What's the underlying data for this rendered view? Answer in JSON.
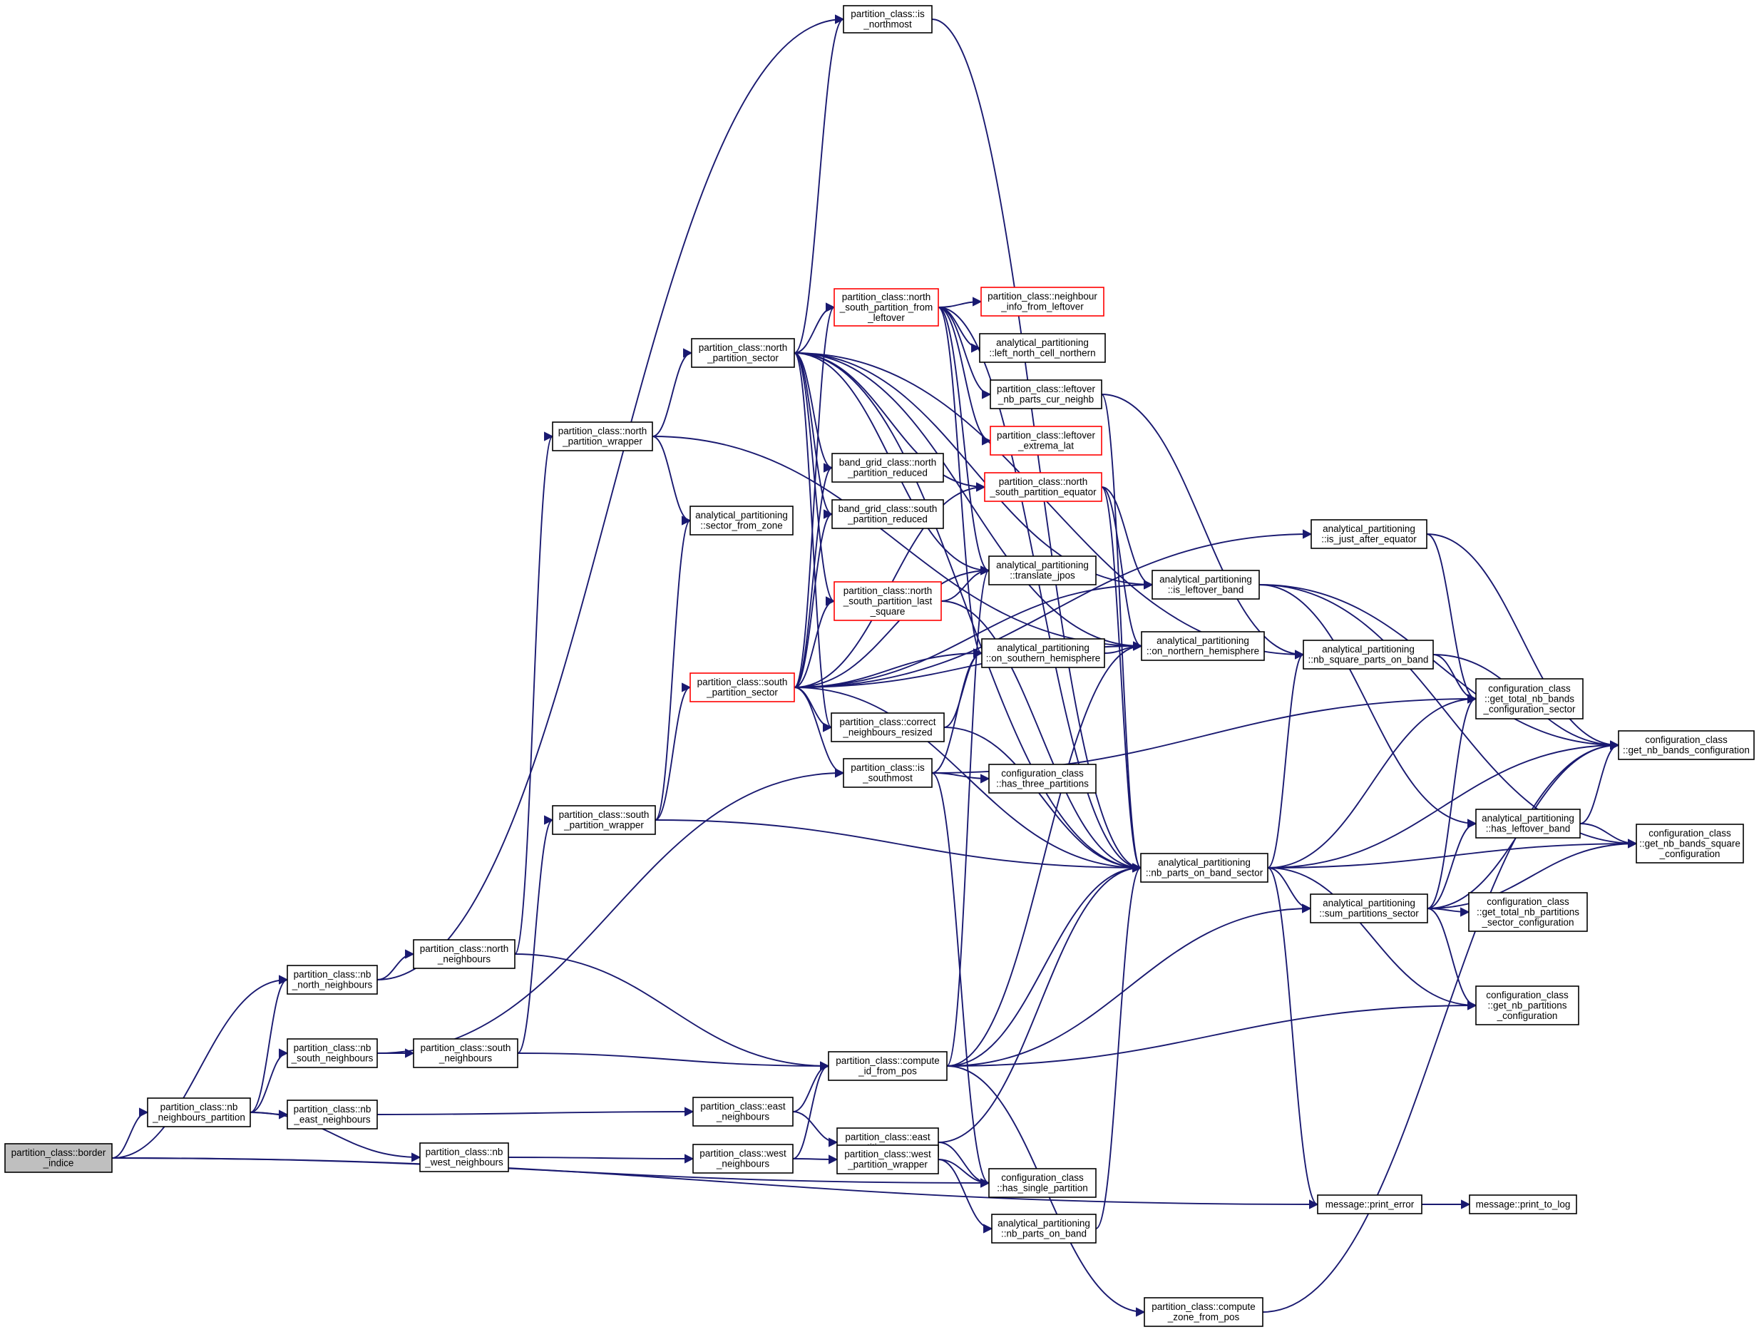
{
  "nodes": [
    {
      "id": "border_indice",
      "lines": [
        "partition_class::border",
        "_indice"
      ],
      "style": "root"
    },
    {
      "id": "is_northmost",
      "lines": [
        "partition_class::is",
        "_northmost"
      ],
      "style": "normal"
    },
    {
      "id": "north_partition_sector",
      "lines": [
        "partition_class::north",
        "_partition_sector"
      ],
      "style": "normal"
    },
    {
      "id": "nsp_from_leftover",
      "lines": [
        "partition_class::north",
        "_south_partition_from",
        "_leftover"
      ],
      "style": "red"
    },
    {
      "id": "neighbour_info_from_leftover",
      "lines": [
        "partition_class::neighbour",
        "_info_from_leftover"
      ],
      "style": "red"
    },
    {
      "id": "left_north_cell_northern",
      "lines": [
        "analytical_partitioning",
        "::left_north_cell_northern"
      ],
      "style": "normal"
    },
    {
      "id": "leftover_nb_parts_cur_neighb",
      "lines": [
        "partition_class::leftover",
        "_nb_parts_cur_neighb"
      ],
      "style": "normal"
    },
    {
      "id": "leftover_extrema_lat",
      "lines": [
        "partition_class::leftover",
        "_extrema_lat"
      ],
      "style": "red"
    },
    {
      "id": "north_partition_wrapper",
      "lines": [
        "partition_class::north",
        "_partition_wrapper"
      ],
      "style": "normal"
    },
    {
      "id": "band_north_reduced",
      "lines": [
        "band_grid_class::north",
        "_partition_reduced"
      ],
      "style": "normal"
    },
    {
      "id": "band_south_reduced",
      "lines": [
        "band_grid_class::south",
        "_partition_reduced"
      ],
      "style": "normal"
    },
    {
      "id": "nsp_equator",
      "lines": [
        "partition_class::north",
        "_south_partition_equator"
      ],
      "style": "red"
    },
    {
      "id": "sector_from_zone",
      "lines": [
        "analytical_partitioning",
        "::sector_from_zone"
      ],
      "style": "normal"
    },
    {
      "id": "is_just_after_equator",
      "lines": [
        "analytical_partitioning",
        "::is_just_after_equator"
      ],
      "style": "normal"
    },
    {
      "id": "translate_jpos",
      "lines": [
        "analytical_partitioning",
        "::translate_jpos"
      ],
      "style": "normal"
    },
    {
      "id": "is_leftover_band",
      "lines": [
        "analytical_partitioning",
        "::is_leftover_band"
      ],
      "style": "normal"
    },
    {
      "id": "nsp_last_square",
      "lines": [
        "partition_class::north",
        "_south_partition_last",
        "_square"
      ],
      "style": "red"
    },
    {
      "id": "on_southern_hemisphere",
      "lines": [
        "analytical_partitioning",
        "::on_southern_hemisphere"
      ],
      "style": "normal"
    },
    {
      "id": "on_northern_hemisphere",
      "lines": [
        "analytical_partitioning",
        "::on_northern_hemisphere"
      ],
      "style": "normal"
    },
    {
      "id": "nb_square_parts_on_band",
      "lines": [
        "analytical_partitioning",
        "::nb_square_parts_on_band"
      ],
      "style": "normal"
    },
    {
      "id": "south_partition_sector",
      "lines": [
        "partition_class::south",
        "_partition_sector"
      ],
      "style": "red"
    },
    {
      "id": "correct_neighbours_resized",
      "lines": [
        "partition_class::correct",
        "_neighbours_resized"
      ],
      "style": "normal"
    },
    {
      "id": "get_total_nb_bands_cfg_sector",
      "lines": [
        "configuration_class",
        "::get_total_nb_bands",
        "_configuration_sector"
      ],
      "style": "normal"
    },
    {
      "id": "get_nb_bands_configuration",
      "lines": [
        "configuration_class",
        "::get_nb_bands_configuration"
      ],
      "style": "normal"
    },
    {
      "id": "is_southmost",
      "lines": [
        "partition_class::is",
        "_southmost"
      ],
      "style": "normal"
    },
    {
      "id": "has_three_partitions",
      "lines": [
        "configuration_class",
        "::has_three_partitions"
      ],
      "style": "normal"
    },
    {
      "id": "south_partition_wrapper",
      "lines": [
        "partition_class::south",
        "_partition_wrapper"
      ],
      "style": "normal"
    },
    {
      "id": "has_leftover_band",
      "lines": [
        "analytical_partitioning",
        "::has_leftover_band"
      ],
      "style": "normal"
    },
    {
      "id": "get_nb_bands_square_cfg",
      "lines": [
        "configuration_class",
        "::get_nb_bands_square",
        "_configuration"
      ],
      "style": "normal"
    },
    {
      "id": "nb_parts_on_band_sector",
      "lines": [
        "analytical_partitioning",
        "::nb_parts_on_band_sector"
      ],
      "style": "normal"
    },
    {
      "id": "sum_partitions_sector",
      "lines": [
        "analytical_partitioning",
        "::sum_partitions_sector"
      ],
      "style": "normal"
    },
    {
      "id": "get_total_nb_partitions_sector_cfg",
      "lines": [
        "configuration_class",
        "::get_total_nb_partitions",
        "_sector_configuration"
      ],
      "style": "normal"
    },
    {
      "id": "nb_north_neighbours",
      "lines": [
        "partition_class::nb",
        "_north_neighbours"
      ],
      "style": "normal"
    },
    {
      "id": "north_neighbours",
      "lines": [
        "partition_class::north",
        "_neighbours"
      ],
      "style": "normal"
    },
    {
      "id": "get_nb_partitions_cfg",
      "lines": [
        "configuration_class",
        "::get_nb_partitions",
        "_configuration"
      ],
      "style": "normal"
    },
    {
      "id": "nb_south_neighbours",
      "lines": [
        "partition_class::nb",
        "_south_neighbours"
      ],
      "style": "normal"
    },
    {
      "id": "south_neighbours",
      "lines": [
        "partition_class::south",
        "_neighbours"
      ],
      "style": "normal"
    },
    {
      "id": "compute_id_from_pos",
      "lines": [
        "partition_class::compute",
        "_id_from_pos"
      ],
      "style": "normal"
    },
    {
      "id": "nb_neighbours_partition",
      "lines": [
        "partition_class::nb",
        "_neighbours_partition"
      ],
      "style": "normal"
    },
    {
      "id": "nb_east_neighbours",
      "lines": [
        "partition_class::nb",
        "_east_neighbours"
      ],
      "style": "normal"
    },
    {
      "id": "east_neighbours",
      "lines": [
        "partition_class::east",
        "_neighbours"
      ],
      "style": "normal"
    },
    {
      "id": "east_partition_wrapper",
      "lines": [
        "partition_class::east",
        "_partition_wrapper"
      ],
      "style": "normal"
    },
    {
      "id": "nb_west_neighbours",
      "lines": [
        "partition_class::nb",
        "_west_neighbours"
      ],
      "style": "normal"
    },
    {
      "id": "west_neighbours",
      "lines": [
        "partition_class::west",
        "_neighbours"
      ],
      "style": "normal"
    },
    {
      "id": "west_partition_wrapper",
      "lines": [
        "partition_class::west",
        "_partition_wrapper"
      ],
      "style": "normal"
    },
    {
      "id": "has_single_partition",
      "lines": [
        "configuration_class",
        "::has_single_partition"
      ],
      "style": "normal"
    },
    {
      "id": "nb_parts_on_band",
      "lines": [
        "analytical_partitioning",
        "::nb_parts_on_band"
      ],
      "style": "normal"
    },
    {
      "id": "print_error",
      "lines": [
        "message::print_error"
      ],
      "style": "normal"
    },
    {
      "id": "print_to_log",
      "lines": [
        "message::print_to_log"
      ],
      "style": "normal"
    },
    {
      "id": "compute_zone_from_pos",
      "lines": [
        "partition_class::compute",
        "_zone_from_pos"
      ],
      "style": "normal"
    }
  ],
  "edges": [
    [
      "border_indice",
      "nb_north_neighbours"
    ],
    [
      "border_indice",
      "nb_neighbours_partition"
    ],
    [
      "border_indice",
      "has_single_partition"
    ],
    [
      "border_indice",
      "print_error"
    ],
    [
      "nb_north_neighbours",
      "is_northmost"
    ],
    [
      "nb_north_neighbours",
      "north_neighbours"
    ],
    [
      "north_neighbours",
      "north_partition_wrapper"
    ],
    [
      "north_neighbours",
      "compute_id_from_pos"
    ],
    [
      "north_partition_wrapper",
      "north_partition_sector"
    ],
    [
      "north_partition_wrapper",
      "sector_from_zone"
    ],
    [
      "north_partition_wrapper",
      "on_northern_hemisphere"
    ],
    [
      "north_partition_sector",
      "is_northmost"
    ],
    [
      "north_partition_sector",
      "nsp_from_leftover"
    ],
    [
      "north_partition_sector",
      "band_north_reduced"
    ],
    [
      "north_partition_sector",
      "band_south_reduced"
    ],
    [
      "north_partition_sector",
      "nsp_equator"
    ],
    [
      "north_partition_sector",
      "nsp_last_square"
    ],
    [
      "north_partition_sector",
      "correct_neighbours_resized"
    ],
    [
      "north_partition_sector",
      "translate_jpos"
    ],
    [
      "north_partition_sector",
      "is_leftover_band"
    ],
    [
      "north_partition_sector",
      "on_northern_hemisphere"
    ],
    [
      "north_partition_sector",
      "nb_square_parts_on_band"
    ],
    [
      "north_partition_sector",
      "nb_parts_on_band_sector"
    ],
    [
      "nsp_from_leftover",
      "neighbour_info_from_leftover"
    ],
    [
      "nsp_from_leftover",
      "left_north_cell_northern"
    ],
    [
      "nsp_from_leftover",
      "leftover_nb_parts_cur_neighb"
    ],
    [
      "nsp_from_leftover",
      "leftover_extrema_lat"
    ],
    [
      "nsp_from_leftover",
      "translate_jpos"
    ],
    [
      "nsp_from_leftover",
      "on_southern_hemisphere"
    ],
    [
      "nsp_from_leftover",
      "nb_parts_on_band_sector"
    ],
    [
      "leftover_nb_parts_cur_neighb",
      "nb_parts_on_band_sector"
    ],
    [
      "leftover_nb_parts_cur_neighb",
      "nb_square_parts_on_band"
    ],
    [
      "nsp_equator",
      "is_leftover_band"
    ],
    [
      "nsp_equator",
      "on_northern_hemisphere"
    ],
    [
      "nsp_equator",
      "nb_parts_on_band_sector"
    ],
    [
      "nsp_last_square",
      "translate_jpos"
    ],
    [
      "nsp_last_square",
      "nb_parts_on_band_sector"
    ],
    [
      "is_northmost",
      "nb_parts_on_band_sector"
    ],
    [
      "is_just_after_equator",
      "get_total_nb_bands_cfg_sector"
    ],
    [
      "is_just_after_equator",
      "get_nb_bands_configuration"
    ],
    [
      "is_leftover_band",
      "get_nb_bands_configuration"
    ],
    [
      "is_leftover_band",
      "has_leftover_band"
    ],
    [
      "is_leftover_band",
      "get_nb_bands_square_cfg"
    ],
    [
      "on_southern_hemisphere",
      "on_northern_hemisphere"
    ],
    [
      "nb_square_parts_on_band",
      "get_total_nb_bands_cfg_sector"
    ],
    [
      "nb_square_parts_on_band",
      "get_nb_bands_configuration"
    ],
    [
      "nb_south_neighbours",
      "south_neighbours"
    ],
    [
      "nb_south_neighbours",
      "is_southmost"
    ],
    [
      "south_neighbours",
      "south_partition_wrapper"
    ],
    [
      "south_neighbours",
      "compute_id_from_pos"
    ],
    [
      "south_partition_wrapper",
      "south_partition_sector"
    ],
    [
      "south_partition_wrapper",
      "sector_from_zone"
    ],
    [
      "south_partition_wrapper",
      "nb_parts_on_band_sector"
    ],
    [
      "south_partition_sector",
      "nsp_from_leftover"
    ],
    [
      "south_partition_sector",
      "band_north_reduced"
    ],
    [
      "south_partition_sector",
      "band_south_reduced"
    ],
    [
      "south_partition_sector",
      "nsp_equator"
    ],
    [
      "south_partition_sector",
      "nsp_last_square"
    ],
    [
      "south_partition_sector",
      "translate_jpos"
    ],
    [
      "south_partition_sector",
      "on_southern_hemisphere"
    ],
    [
      "south_partition_sector",
      "correct_neighbours_resized"
    ],
    [
      "south_partition_sector",
      "is_southmost"
    ],
    [
      "south_partition_sector",
      "is_just_after_equator"
    ],
    [
      "south_partition_sector",
      "on_northern_hemisphere"
    ],
    [
      "south_partition_sector",
      "is_leftover_band"
    ],
    [
      "south_partition_sector",
      "nb_parts_on_band_sector"
    ],
    [
      "correct_neighbours_resized",
      "on_southern_hemisphere"
    ],
    [
      "correct_neighbours_resized",
      "nb_parts_on_band_sector"
    ],
    [
      "is_southmost",
      "has_three_partitions"
    ],
    [
      "is_southmost",
      "on_southern_hemisphere"
    ],
    [
      "is_southmost",
      "get_total_nb_bands_cfg_sector"
    ],
    [
      "is_southmost",
      "has_single_partition"
    ],
    [
      "nb_parts_on_band_sector",
      "nb_square_parts_on_band"
    ],
    [
      "nb_parts_on_band_sector",
      "get_nb_bands_configuration"
    ],
    [
      "nb_parts_on_band_sector",
      "get_nb_bands_square_cfg"
    ],
    [
      "nb_parts_on_band_sector",
      "sum_partitions_sector"
    ],
    [
      "nb_parts_on_band_sector",
      "get_nb_partitions_cfg"
    ],
    [
      "nb_parts_on_band_sector",
      "print_error"
    ],
    [
      "nb_parts_on_band_sector",
      "get_total_nb_bands_cfg_sector"
    ],
    [
      "sum_partitions_sector",
      "has_leftover_band"
    ],
    [
      "sum_partitions_sector",
      "get_total_nb_partitions_sector_cfg"
    ],
    [
      "sum_partitions_sector",
      "get_nb_partitions_cfg"
    ],
    [
      "sum_partitions_sector",
      "get_nb_bands_square_cfg"
    ],
    [
      "sum_partitions_sector",
      "get_total_nb_bands_cfg_sector"
    ],
    [
      "sum_partitions_sector",
      "get_nb_bands_configuration"
    ],
    [
      "has_leftover_band",
      "get_nb_bands_configuration"
    ],
    [
      "has_leftover_band",
      "get_nb_bands_square_cfg"
    ],
    [
      "nb_neighbours_partition",
      "nb_north_neighbours"
    ],
    [
      "nb_neighbours_partition",
      "nb_south_neighbours"
    ],
    [
      "nb_neighbours_partition",
      "nb_east_neighbours"
    ],
    [
      "nb_neighbours_partition",
      "nb_west_neighbours"
    ],
    [
      "nb_east_neighbours",
      "east_neighbours"
    ],
    [
      "nb_west_neighbours",
      "west_neighbours"
    ],
    [
      "east_neighbours",
      "east_partition_wrapper"
    ],
    [
      "east_neighbours",
      "compute_id_from_pos"
    ],
    [
      "west_neighbours",
      "west_partition_wrapper"
    ],
    [
      "west_neighbours",
      "compute_id_from_pos"
    ],
    [
      "east_partition_wrapper",
      "has_single_partition"
    ],
    [
      "east_partition_wrapper",
      "nb_parts_on_band_sector"
    ],
    [
      "west_partition_wrapper",
      "has_single_partition"
    ],
    [
      "west_partition_wrapper",
      "nb_parts_on_band"
    ],
    [
      "nb_parts_on_band",
      "nb_parts_on_band_sector"
    ],
    [
      "compute_id_from_pos",
      "nb_parts_on_band_sector"
    ],
    [
      "compute_id_from_pos",
      "sum_partitions_sector"
    ],
    [
      "compute_id_from_pos",
      "get_nb_partitions_cfg"
    ],
    [
      "compute_id_from_pos",
      "translate_jpos"
    ],
    [
      "compute_id_from_pos",
      "on_northern_hemisphere"
    ],
    [
      "compute_id_from_pos",
      "compute_zone_from_pos"
    ],
    [
      "compute_zone_from_pos",
      "get_nb_bands_configuration"
    ],
    [
      "print_error",
      "print_to_log"
    ]
  ]
}
